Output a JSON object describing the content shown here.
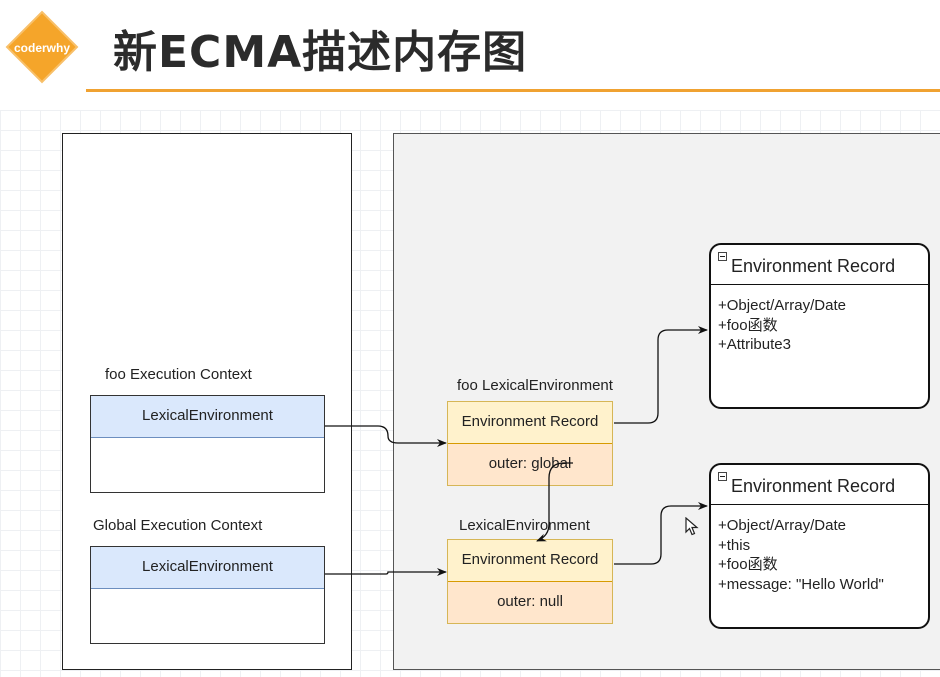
{
  "header": {
    "logo_text": "coderwhy",
    "title": "新ECMA描述内存图"
  },
  "colors": {
    "logo_orange": "#f5a52a",
    "rule_orange": "#f0a231",
    "context_blue": "#dae8fc",
    "record_yellow": "#fff2cc",
    "outer_orange": "#ffe6cc"
  },
  "execution_contexts": [
    {
      "label": "foo Execution Context",
      "header": "LexicalEnvironment"
    },
    {
      "label": "Global Execution Context",
      "header": "LexicalEnvironment"
    }
  ],
  "lexical_environments": [
    {
      "label": "foo LexicalEnvironment",
      "record": "Environment Record",
      "outer": "outer: global"
    },
    {
      "label": "LexicalEnvironment",
      "record": "Environment Record",
      "outer": "outer: null"
    }
  ],
  "environment_records": [
    {
      "title": "Environment Record",
      "items": [
        "+Object/Array/Date",
        "+foo函数",
        "+Attribute3"
      ]
    },
    {
      "title": "Environment Record",
      "items": [
        "+Object/Array/Date",
        "+this",
        "+foo函数",
        "+message: \"Hello World\""
      ]
    }
  ]
}
